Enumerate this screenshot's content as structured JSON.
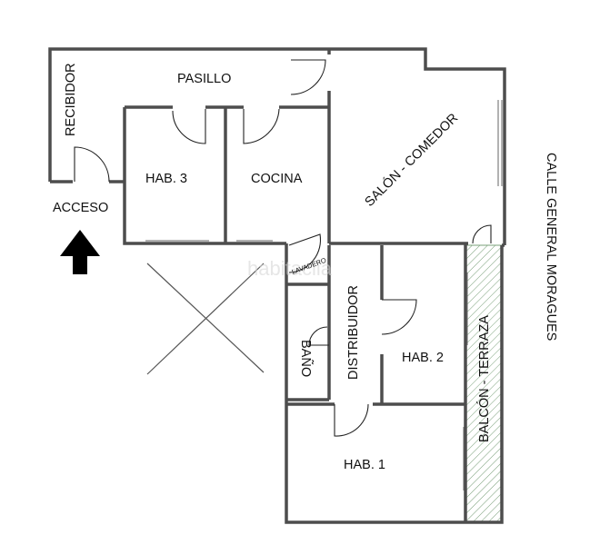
{
  "rooms": {
    "recibidor": "RECIBIDOR",
    "pasillo": "PASILLO",
    "hab3": "HAB. 3",
    "cocina": "COCINA",
    "salon": "SALÓN - COMEDOR",
    "lavadero": "LAVADERO",
    "bano": "BAÑO",
    "distribuidor": "DISTRIBUIDOR",
    "hab2": "HAB. 2",
    "hab1": "HAB. 1",
    "balcon": "BALCÓN - TERRAZA"
  },
  "labels": {
    "acceso": "ACCESO",
    "street": "CALLE GENERAL MORAGUES"
  },
  "watermark": "habitaclia",
  "icons": {
    "entry_arrow": "arrow-up-icon"
  },
  "colors": {
    "wall": "#4d4d4d",
    "hatch": "#7aa07a",
    "text": "#111111"
  }
}
